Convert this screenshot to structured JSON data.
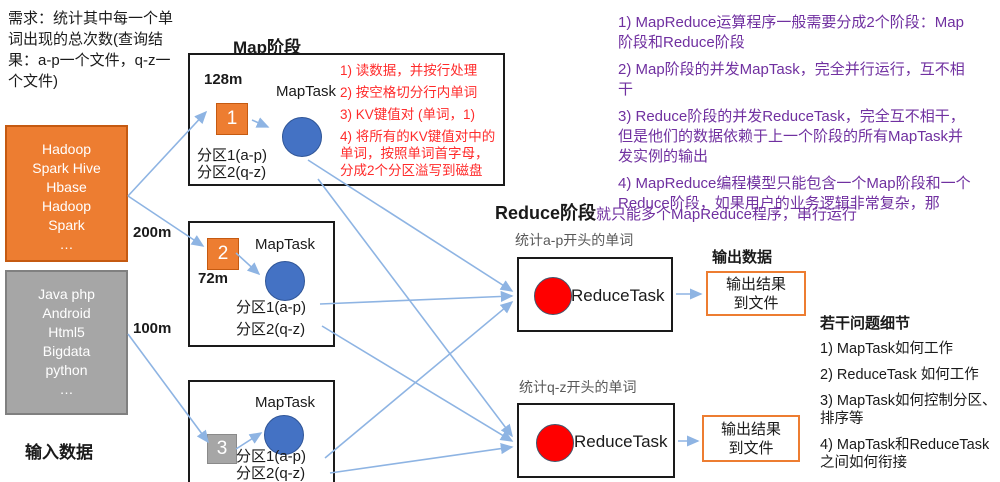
{
  "requirement": "需求：统计其中每一个单词出现的总次数(查询结果：a-p一个文件，q-z一个文件)",
  "input": {
    "label": "输入数据",
    "file1": {
      "content": "Hadoop\nSpark Hive\nHbase\nHadoop\nSpark\n…",
      "size": "200m"
    },
    "file2": {
      "content": "Java php\nAndroid\nHtml5\nBigdata\npython\n…",
      "size": "100m"
    }
  },
  "map_stage": {
    "title": "Map阶段",
    "steps": [
      "1) 读数据，并按行处理",
      "2) 按空格切分行内单词",
      "3) KV键值对 (单词，1)",
      "4) 将所有的KV键值对中的单词，按照单词首字母，分成2个分区溢写到磁盘"
    ],
    "tasks": [
      {
        "split_size": "128m",
        "number": "1",
        "label": "MapTask",
        "partition1": "分区1(a-p)",
        "partition2": "分区2(q-z)"
      },
      {
        "split_size": "72m",
        "number": "2",
        "label": "MapTask",
        "partition1": "分区1(a-p)",
        "partition2": "分区2(q-z)"
      },
      {
        "split_size": "",
        "number": "3",
        "label": "MapTask",
        "partition1": "分区1(a-p)",
        "partition2": "分区2(q-z)"
      }
    ]
  },
  "reduce_stage": {
    "title": "Reduce阶段",
    "output_title": "输出数据",
    "groups": [
      {
        "caption": "统计a-p开头的单词",
        "label": "ReduceTask",
        "output": "输出结果\n到文件"
      },
      {
        "caption": "统计q-z开头的单词",
        "label": "ReduceTask",
        "output": "输出结果\n到文件"
      }
    ]
  },
  "notes": {
    "items": [
      "1) MapReduce运算程序一般需要分成2个阶段：Map阶段和Reduce阶段",
      "2) Map阶段的并发MapTask，完全并行运行，互不相干",
      "3) Reduce阶段的并发ReduceTask，完全互不相干，但是他们的数据依赖于上一个阶段的所有MapTask并发实例的输出",
      "4) MapReduce编程模型只能包含一个Map阶段和一个Reduce阶段，如果用户的业务逻辑非常复杂，那",
      "就只能多个MapReduce程序，串行运行"
    ]
  },
  "questions": {
    "title": "若干问题细节",
    "items": [
      "1) MapTask如何工作",
      "2) ReduceTask 如何工作",
      "3) MapTask如何控制分区、排序等",
      "4) MapTask和ReduceTask之间如何衔接"
    ]
  },
  "colors": {
    "accent_orange": "#ED7D31",
    "gray_fill": "#A6A6A6",
    "blue_circle": "#4472C4",
    "red_circle": "#FF0000",
    "arrow_blue": "#8EB4E3",
    "red_text": "#FF2B2B",
    "purple_text": "#7030A0"
  }
}
